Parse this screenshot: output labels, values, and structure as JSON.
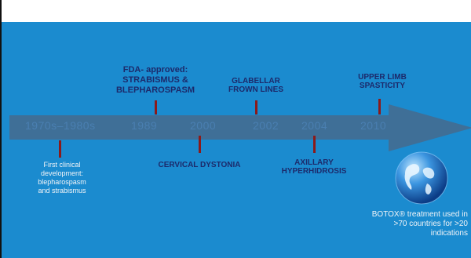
{
  "timeline": {
    "years": [
      "1970s–1980s",
      "1989",
      "2000",
      "2002",
      "2004",
      "2010"
    ],
    "events": {
      "fda": "FDA- approved:\nSTRABISMUS &\nBLEPHAROSPASM",
      "glabellar": "GLABELLAR\nFROWN LINES",
      "upper_limb": "UPPER LIMB\nSPASTICITY",
      "first_clinical": "First clinical\ndevelopment:\nblepharospasm\nand strabismus",
      "cervical": "CERVICAL DYSTONIA",
      "axillary": "AXILLARY\nHYPERHIDROSIS"
    }
  },
  "footer": {
    "note": "BOTOX® treatment used in\n>70 countries for >20\nindications"
  },
  "colors": {
    "panel": "#1b8bcf",
    "arrow": "#3f6f97",
    "labels": "#1c2a6b",
    "ticks": "#8b1a1a"
  },
  "icons": {
    "globe": "globe-icon"
  }
}
